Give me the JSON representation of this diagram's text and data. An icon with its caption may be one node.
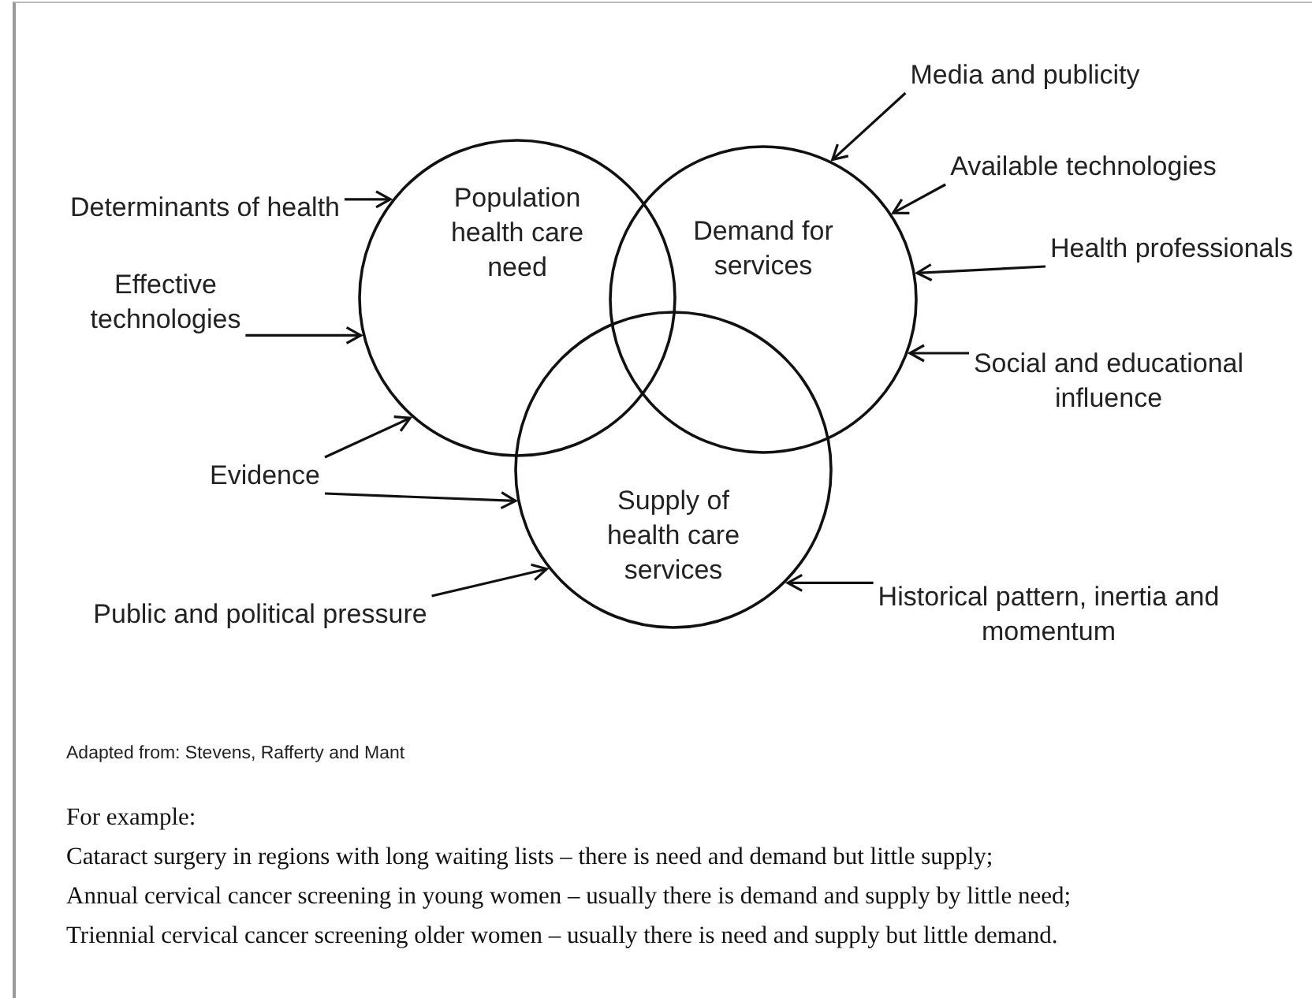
{
  "diagram": {
    "nodes": [
      {
        "text": [
          "Population health care need"
        ]
      },
      {
        "text": [
          "Demand for services"
        ]
      },
      {
        "text": [
          "Supply of health care services"
        ]
      },
      {
        "text": [
          "Determinants of health"
        ]
      },
      {
        "text": [
          "Effective technologies"
        ]
      },
      {
        "text": [
          "Evidence"
        ]
      },
      {
        "text": [
          "Public and political pressure"
        ]
      },
      {
        "text": [
          "Media and publicity"
        ]
      },
      {
        "text": [
          "Available technologies"
        ]
      },
      {
        "text": [
          "Health professionals"
        ]
      },
      {
        "text": [
          "Social and educational influence"
        ]
      },
      {
        "text": [
          "Historical pattern, inertia and momentum"
        ]
      }
    ],
    "edges": [
      {
        "from": 3,
        "to": 0,
        "arrow": "to"
      },
      {
        "from": 4,
        "to": 0,
        "arrow": "to"
      },
      {
        "from": 5,
        "to": 0,
        "arrow": "to"
      },
      {
        "from": 5,
        "to": 2,
        "arrow": "to"
      },
      {
        "from": 6,
        "to": 2,
        "arrow": "to"
      },
      {
        "from": 7,
        "to": 1,
        "arrow": "to"
      },
      {
        "from": 8,
        "to": 1,
        "arrow": "to"
      },
      {
        "from": 9,
        "to": 1,
        "arrow": "to"
      },
      {
        "from": 10,
        "to": 1,
        "arrow": "to"
      },
      {
        "from": 11,
        "to": 2,
        "arrow": "to"
      }
    ],
    "labels": [
      "Adapted from: Stevens, Rafferty and Mant",
      "For example:",
      "Cataract surgery in regions with long waiting lists – there is need and demand but little supply;",
      "Annual cervical cancer screening in young women – usually there is demand and supply by little need;",
      "Triennial cervical cancer screening older women – usually there is need and supply but little demand."
    ]
  }
}
